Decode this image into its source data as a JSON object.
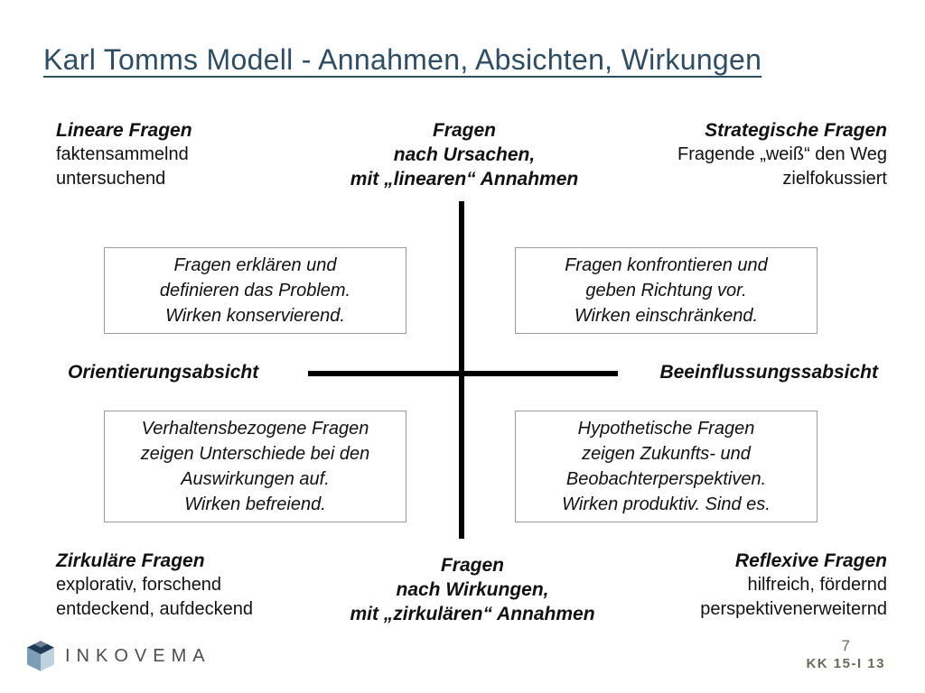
{
  "title": "Karl Tomms Modell - Annahmen, Absichten, Wirkungen",
  "colors": {
    "title_text": "#2E4D63",
    "axis_line": "#000000",
    "box_border": "#9a9a9a",
    "footer_text": "#6b695c",
    "logo_text": "#4d4d4d",
    "logo_cube_dark": "#1f3b55",
    "logo_cube_mid": "#7d9cb5",
    "logo_cube_light": "#bfd2de"
  },
  "quadrant_labels": {
    "top_left": {
      "title": "Lineare Fragen",
      "lines": [
        "faktensammelnd",
        "untersuchend"
      ]
    },
    "top_center": {
      "lines": [
        "Fragen",
        "nach Ursachen,",
        "mit „linearen“ Annahmen"
      ]
    },
    "top_right": {
      "title": "Strategische Fragen",
      "lines": [
        "Fragende „weiß“ den Weg",
        "zielfokussiert"
      ]
    },
    "bottom_left": {
      "title": "Zirkuläre Fragen",
      "lines": [
        "explorativ, forschend",
        "entdeckend, aufdeckend"
      ]
    },
    "bottom_center": {
      "lines": [
        "Fragen",
        "nach Wirkungen,",
        "mit „zirkulären“ Annahmen"
      ]
    },
    "bottom_right": {
      "title": "Reflexive Fragen",
      "lines": [
        "hilfreich, fördernd",
        "perspektivenerweiternd"
      ]
    }
  },
  "axis": {
    "left_label": "Orientierungsabsicht",
    "right_label": "Beeinflussungssabsicht"
  },
  "boxes": {
    "upper_left": [
      "Fragen erklären und",
      "definieren das Problem.",
      "Wirken konservierend."
    ],
    "upper_right": [
      "Fragen konfrontieren und",
      "geben Richtung vor.",
      "Wirken einschränkend."
    ],
    "lower_left": [
      "Verhaltensbezogene Fragen",
      "zeigen Unterschiede bei den",
      "Auswirkungen auf.",
      "Wirken befreiend."
    ],
    "lower_right": [
      "Hypothetische Fragen",
      "zeigen  Zukunfts- und",
      "Beobachterperspektiven.",
      "Wirken produktiv. Sind es."
    ]
  },
  "footer": {
    "logo_text": "INKOVEMA",
    "page_number": "7",
    "code": "KK 15-I 13"
  }
}
